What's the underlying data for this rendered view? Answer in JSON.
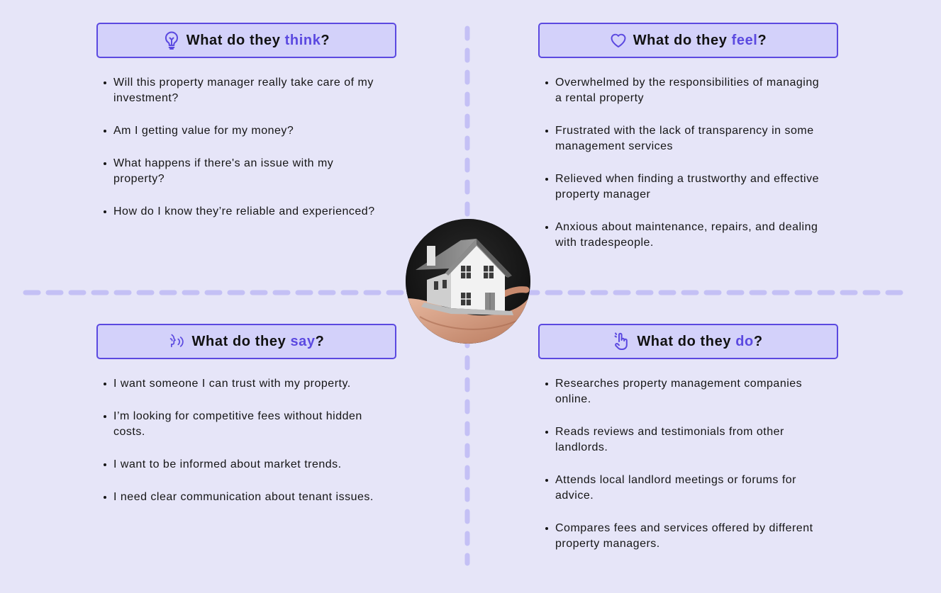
{
  "colors": {
    "background": "#e6e5f8",
    "accent": "#5b49e0",
    "header_fill": "#d3d1fa",
    "divider": "#c4c0f5"
  },
  "think": {
    "icon": "lightbulb-icon",
    "title_prefix": "What do they ",
    "title_accent": "think",
    "title_suffix": "?",
    "items": [
      "Will this property manager really take care of my investment?",
      "Am I getting value for my money?",
      "What happens if there's an issue with my property?",
      "How do I know they’re reliable and experienced?"
    ]
  },
  "feel": {
    "icon": "heart-icon",
    "title_prefix": "What do they ",
    "title_accent": "feel",
    "title_suffix": "?",
    "items": [
      "Overwhelmed by the responsibilities of managing a rental property",
      "Frustrated with the lack of transparency in some management services",
      "Relieved when finding a trustworthy and effective property manager",
      "Anxious about maintenance, repairs, and dealing with tradespeople."
    ]
  },
  "say": {
    "icon": "speaking-head-icon",
    "title_prefix": "What do they ",
    "title_accent": "say",
    "title_suffix": "?",
    "items": [
      "I want someone I can trust with my property.",
      "I’m looking for competitive fees without hidden costs.",
      "I want to be informed about market trends.",
      "I need clear communication about tenant issues."
    ]
  },
  "do": {
    "icon": "pointing-hand-icon",
    "title_prefix": "What do they ",
    "title_accent": "do",
    "title_suffix": "?",
    "items": [
      "Researches property management companies online.",
      "Reads reviews and testimonials from other landlords.",
      "Attends local landlord meetings or forums for advice.",
      "Compares fees and services offered by different property managers."
    ]
  },
  "center_image": {
    "icon": "house-in-hand-image"
  }
}
